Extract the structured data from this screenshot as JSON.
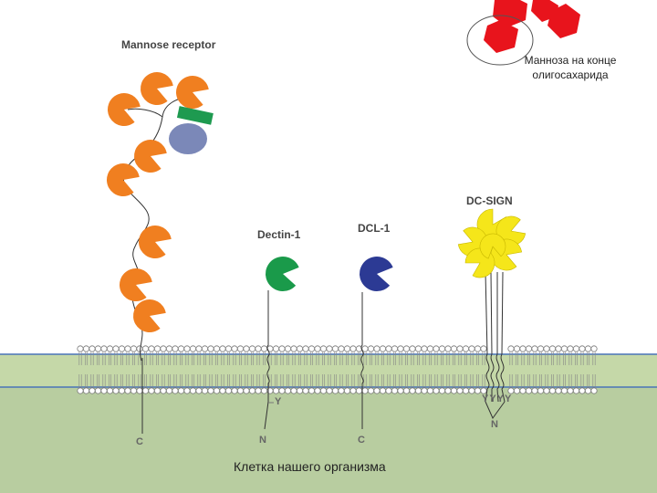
{
  "labels": {
    "mannose_receptor": "Mannose receptor",
    "dectin": "Dectin-1",
    "dcl": "DCL-1",
    "dcsign": "DC-SIGN",
    "mannose_note_line1": "Манноза на конце",
    "mannose_note_line2": "олигосахарида",
    "cell": "Клетка нашего организма"
  },
  "termini": {
    "mr_c": "C",
    "dectin_n": "N",
    "dectin_y": "Y",
    "dcl_c": "C",
    "dcsign_n": "N",
    "dcsign_y": "YYYY"
  },
  "colors": {
    "mr_domain": "#f07f20",
    "dectin_domain": "#1a9a4a",
    "dcl_domain": "#2c3a94",
    "dcsign_domain": "#f5e61a",
    "mannose": "#e8141c",
    "ligand_green": "#1e9a50",
    "ligand_blue": "#7b88b8",
    "membrane_band": "#c5d8a8",
    "cell_fill": "#b8cda0",
    "membrane_line": "#4a74b8"
  }
}
